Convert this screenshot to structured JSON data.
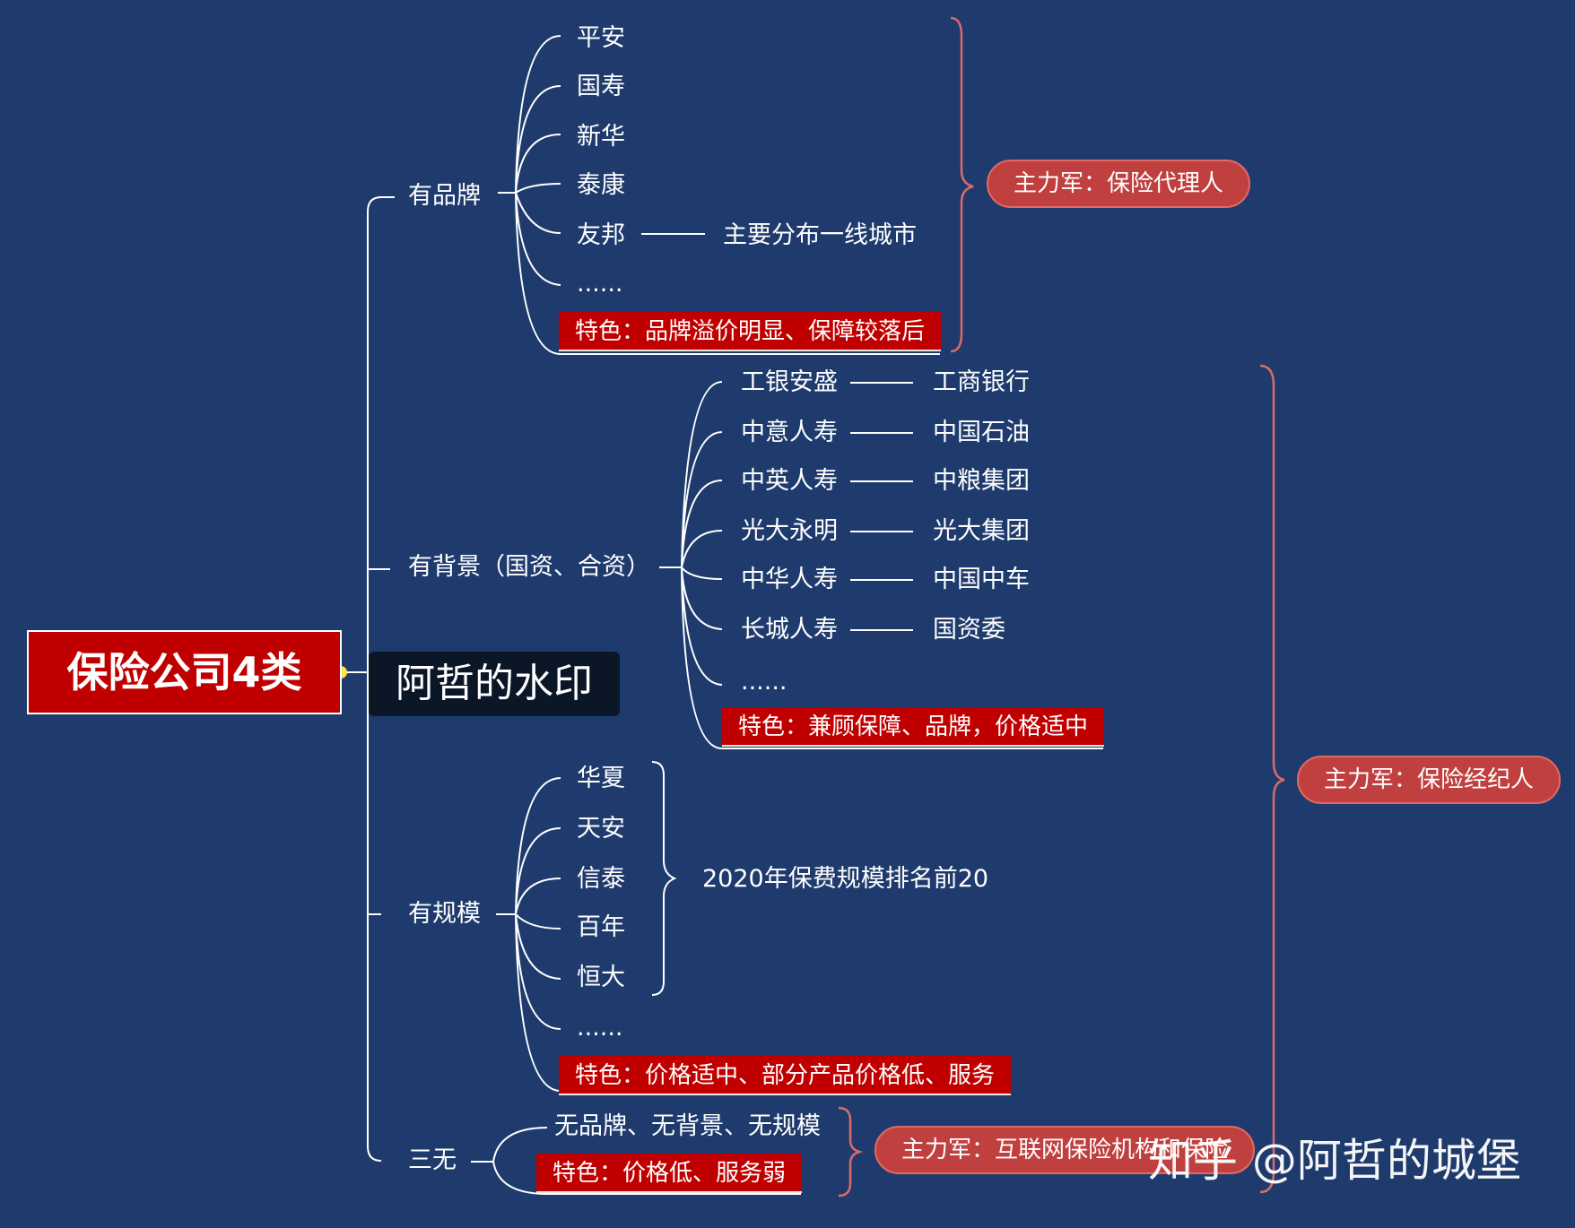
{
  "root": "保险公司4类",
  "overlay_watermark": "阿哲的水印",
  "branches": {
    "brand": {
      "label": "有品牌",
      "items": [
        "平安",
        "国寿",
        "新华",
        "泰康",
        "友邦",
        "......"
      ],
      "note": "主要分布一线城市",
      "feature": "特色：品牌溢价明显、保障较落后",
      "main_force": "主力军：保险代理人"
    },
    "background": {
      "label": "有背景（国资、合资）",
      "pairs": [
        {
          "company": "工银安盛",
          "parent": "工商银行"
        },
        {
          "company": "中意人寿",
          "parent": "中国石油"
        },
        {
          "company": "中英人寿",
          "parent": "中粮集团"
        },
        {
          "company": "光大永明",
          "parent": "光大集团"
        },
        {
          "company": "中华人寿",
          "parent": "中国中车"
        },
        {
          "company": "长城人寿",
          "parent": "国资委"
        }
      ],
      "more": "......",
      "feature": "特色：兼顾保障、品牌，价格适中"
    },
    "scale": {
      "label": "有规模",
      "items": [
        "华夏",
        "天安",
        "信泰",
        "百年",
        "恒大",
        "......"
      ],
      "note": "2020年保费规模排名前20",
      "feature": "特色：价格适中、部分产品价格低、服务"
    },
    "none": {
      "label": "三无",
      "item": "无品牌、无背景、无规模",
      "feature": "特色：价格低、服务弱",
      "main_force": "主力军：互联网保险机构和保险"
    }
  },
  "broker_force": "主力军：保险经纪人",
  "footer_watermark": "知乎 @阿哲的城堡",
  "colors": {
    "background": "#1f3b6d",
    "line": "#ffffff",
    "feature_bg": "#c00000",
    "pill_bg": "#c0403f",
    "brace": "#d96b6b"
  }
}
